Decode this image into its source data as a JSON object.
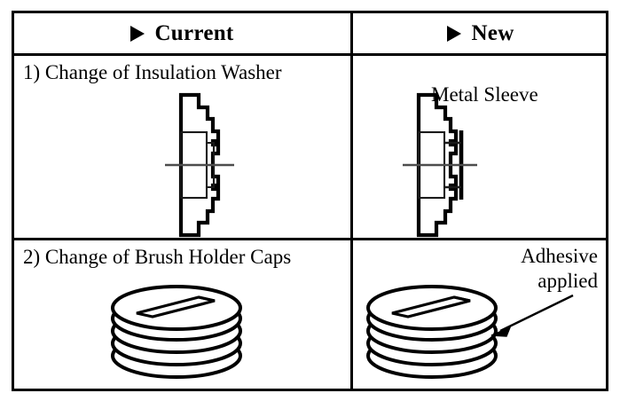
{
  "table": {
    "headers": [
      {
        "marker": "triangle-right-icon",
        "label": "Current"
      },
      {
        "marker": "triangle-right-icon",
        "label": "New"
      }
    ],
    "rows": [
      {
        "label": "1) Change of Insulation Washer",
        "current": {
          "figure": "insulation-washer-cross-section"
        },
        "new": {
          "figure": "insulation-washer-cross-section-with-sleeve",
          "callout": "Metal Sleeve"
        }
      },
      {
        "label": "2) Change of Brush Holder Caps",
        "current": {
          "figure": "brush-holder-cap"
        },
        "new": {
          "figure": "brush-holder-cap",
          "callout_line1": "Adhesive",
          "callout_line2": "applied"
        }
      }
    ]
  },
  "colors": {
    "ink": "#000000",
    "paper": "#ffffff",
    "centerline": "#4d4d4d",
    "thin_line": "#1a1a1a"
  }
}
